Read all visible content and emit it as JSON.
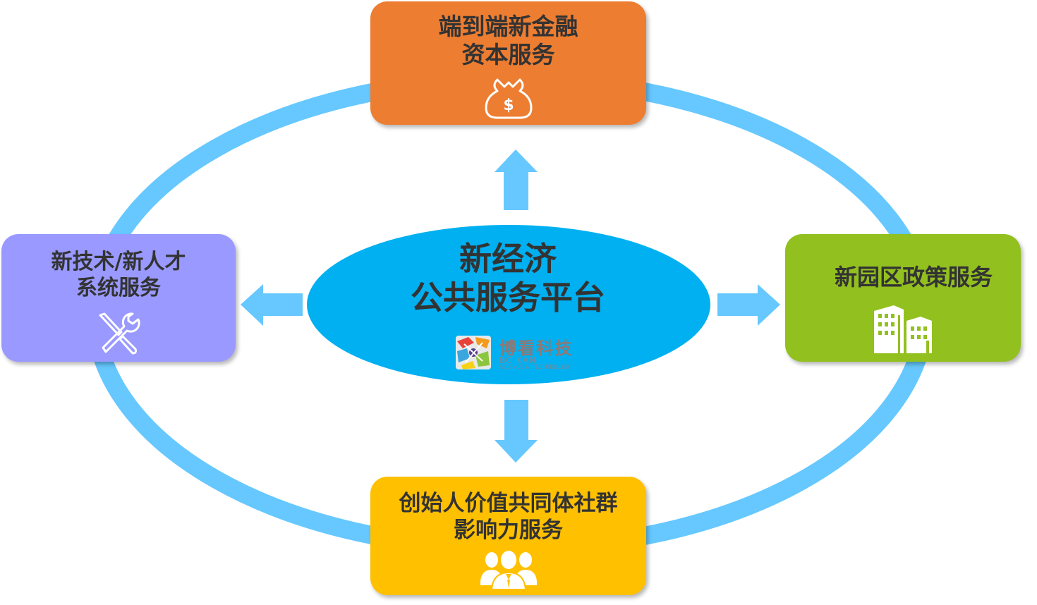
{
  "diagram": {
    "center": {
      "lines": [
        "新经济",
        "公共服务平台"
      ]
    },
    "logo": {
      "name_cn": "博看科技",
      "name_en": "BŌ KAN",
      "tagline": "SCIENCE & TECHNOLOGY"
    },
    "nodes": {
      "top": {
        "lines": [
          "端到端新金融",
          "资本服务"
        ],
        "icon": "money-bag-icon",
        "color": "#ed7d31"
      },
      "left": {
        "lines": [
          "新技术/新人才",
          "系统服务"
        ],
        "icon": "wrench-screwdriver-icon",
        "color": "#9999ff"
      },
      "right": {
        "lines": [
          "新园区政策服务"
        ],
        "icon": "buildings-icon",
        "color": "#92c01f"
      },
      "bottom": {
        "lines": [
          "创始人价值共同体社群",
          "影响力服务"
        ],
        "icon": "people-group-icon",
        "color": "#ffc000"
      }
    },
    "colors": {
      "ring": "#66c8ff",
      "center_fill": "#00b0f0",
      "arrow": "#66c8ff",
      "text": "#333333"
    }
  }
}
